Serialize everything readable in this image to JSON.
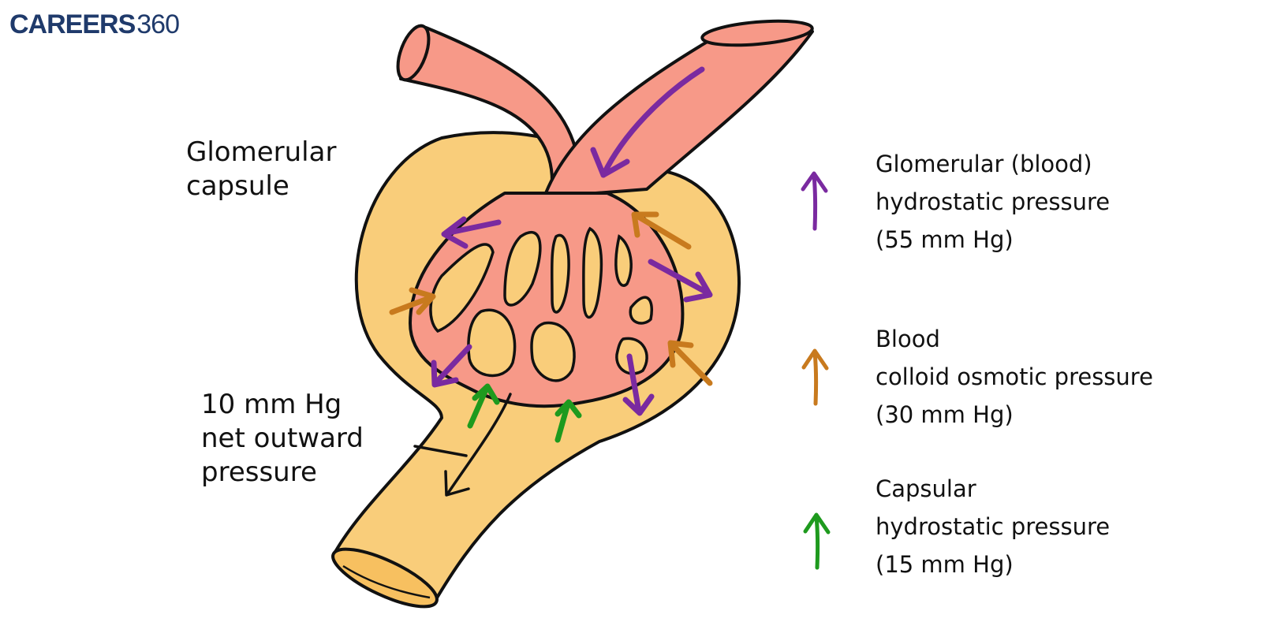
{
  "brand": {
    "name_bold": "CAREERS",
    "name_num": "360",
    "colors": {
      "bold": "#1f3a6b",
      "num": "#1f3a6b"
    }
  },
  "labels": {
    "capsule": [
      "Glomerular",
      "capsule"
    ],
    "net_pressure": [
      "10 mm Hg",
      "net outward",
      "pressure"
    ]
  },
  "legend": [
    {
      "name": "glomerular-hydrostatic",
      "color": "#7a2aa0",
      "lines": [
        "Glomerular (blood)",
        "hydrostatic pressure",
        "(55 mm Hg)"
      ]
    },
    {
      "name": "colloid-osmotic",
      "color": "#c87a1e",
      "lines": [
        "Blood",
        "colloid osmotic pressure",
        "(30 mm Hg)"
      ]
    },
    {
      "name": "capsular-hydrostatic",
      "color": "#1e9a1e",
      "lines": [
        "Capsular",
        "hydrostatic pressure",
        "(15 mm Hg)"
      ]
    }
  ],
  "colors": {
    "capsule_fill": "#f9cd7a",
    "vessel_fill": "#f79988",
    "outline": "#111111"
  }
}
